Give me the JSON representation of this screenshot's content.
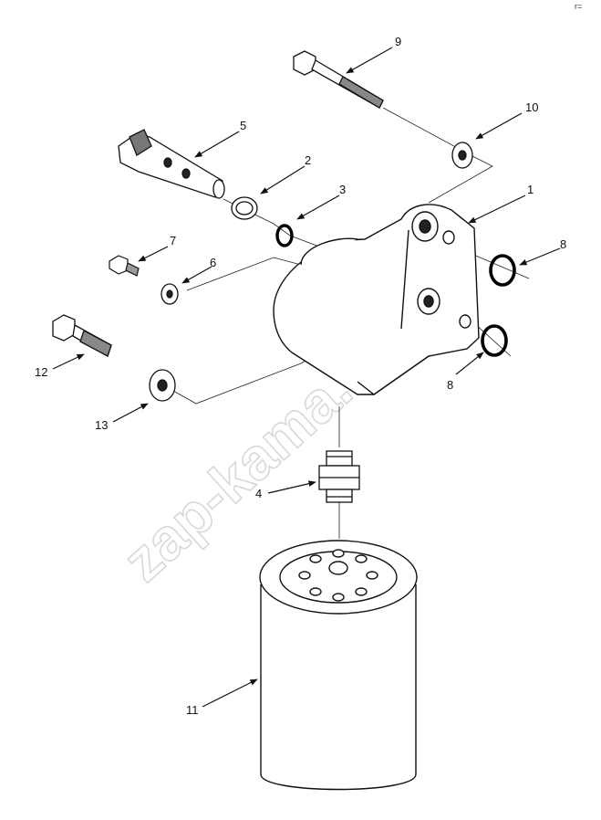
{
  "diagram": {
    "corner_mark": "r=",
    "watermark": "zap-kama.ru",
    "callouts": [
      {
        "id": "c1",
        "text": "1"
      },
      {
        "id": "c2",
        "text": "2"
      },
      {
        "id": "c3",
        "text": "3"
      },
      {
        "id": "c4",
        "text": "4"
      },
      {
        "id": "c5",
        "text": "5"
      },
      {
        "id": "c6",
        "text": "6"
      },
      {
        "id": "c7",
        "text": "7"
      },
      {
        "id": "c8a",
        "text": "8"
      },
      {
        "id": "c8b",
        "text": "8"
      },
      {
        "id": "c9",
        "text": "9"
      },
      {
        "id": "c10",
        "text": "10"
      },
      {
        "id": "c11",
        "text": "11"
      },
      {
        "id": "c12",
        "text": "12"
      },
      {
        "id": "c13",
        "text": "13"
      }
    ]
  }
}
